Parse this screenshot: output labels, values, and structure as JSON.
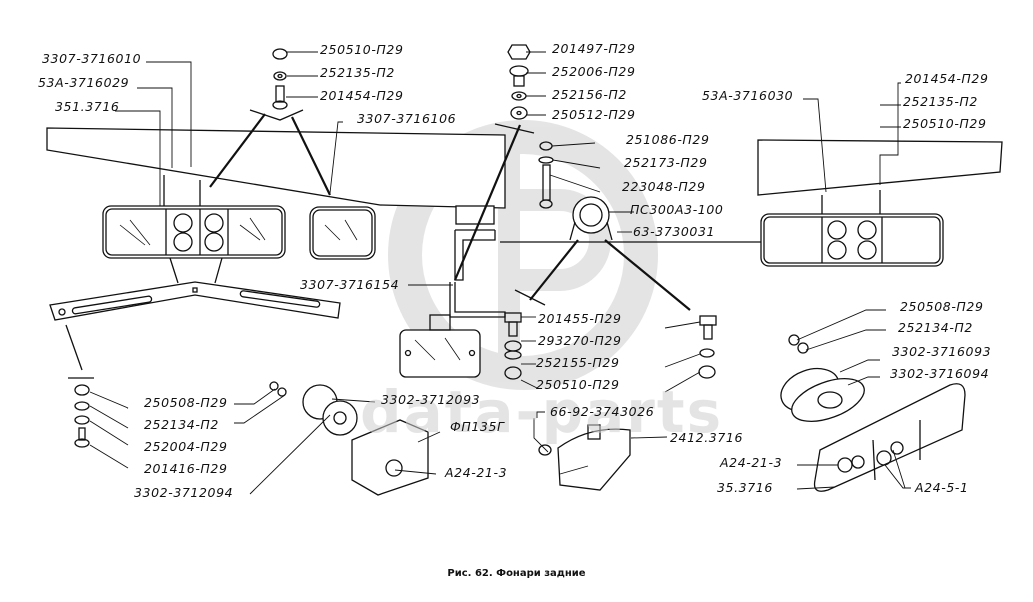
{
  "figure": {
    "caption": "Рис. 62. Фонари задние",
    "watermark": "data-parts",
    "watermark_logo": "circle-ФБ-logo"
  },
  "labels": {
    "p3307_3716010": "3307-3716010",
    "p53A_3716029": "53А-3716029",
    "p351_3716": "351.3716",
    "top_nut": "250510-П29",
    "top_washer": "252135-П2",
    "top_bolt": "201454-П29",
    "p3307_3716106": "3307-3716106",
    "c_bolt": "201497-П29",
    "c_washer1": "252006-П29",
    "c_washer2": "252156-П2",
    "c_nut": "250512-П29",
    "s_nut": "251086-П29",
    "s_washer": "252173-П29",
    "s_bolt": "223048-П29",
    "socket": "ПС300А3-100",
    "socket_bracket": "63-3730031",
    "bracket_3307_3716154": "3307-3716154",
    "r_bolt": "201454-П29",
    "r_washer": "252135-П2",
    "r_nut": "250510-П29",
    "r_lamp": "53А-3716030",
    "m_bolt": "201455-П29",
    "m_washer_tooth": "293270-П29",
    "m_washer": "252155-П29",
    "m_nut": "250510-П29",
    "br_nut": "250508-П29",
    "br_washer": "252134-П2",
    "br_gasket1": "3302-3716093",
    "br_gasket2": "3302-3716094",
    "bl_nut": "250508-П29",
    "bl_washer": "252134-П2",
    "bl_washer2": "252004-П29",
    "bl_bolt": "201416-П29",
    "bl_gasket": "3302-3712094",
    "lamp_gasket": "3302-3712093",
    "fog_lamp": "ФП135Г",
    "bulb_a24_21_3_left": "А24-21-3",
    "connector": "66-92-3743026",
    "lamp_2412": "2412.3716",
    "bulb_a24_21_3_right": "А24-21-3",
    "lamp_35": "35.3716",
    "bulb_a24_5_1": "А24-5-1"
  }
}
